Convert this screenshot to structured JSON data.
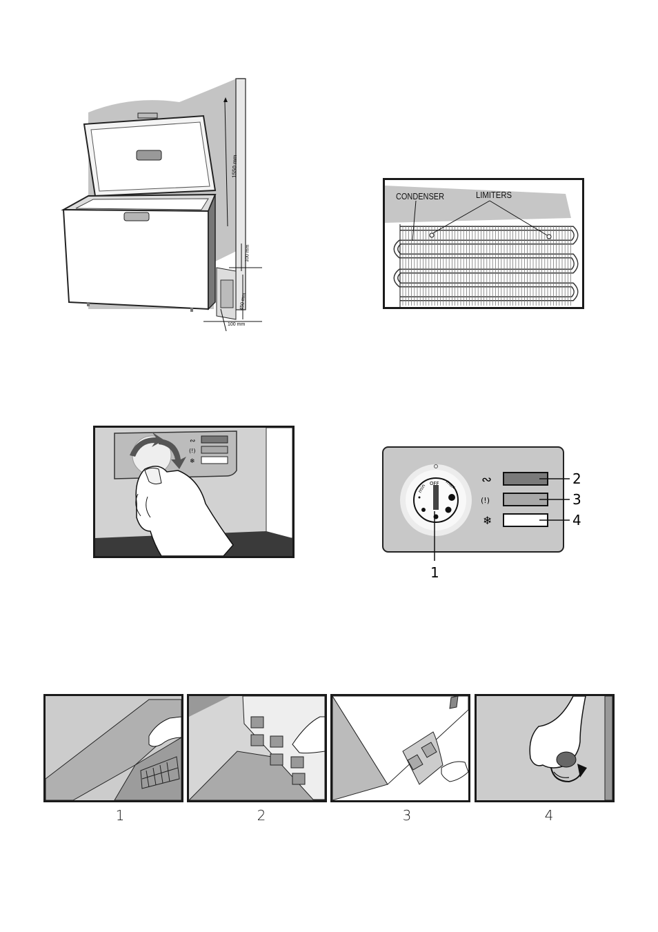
{
  "installation": {
    "height_label": "1550 mm",
    "top_gap_label": "100 mm",
    "side_depth_label": "450 mm",
    "bottom_gap_label": "100 mm"
  },
  "condenser": {
    "condenser_label": "CONDENSER",
    "limiters_label": "LIMITERS"
  },
  "control_panel": {
    "dial_labels": [
      "min",
      "OFF",
      "max"
    ],
    "callouts": [
      "1",
      "2",
      "3",
      "4"
    ],
    "indicator_colors": [
      "#7a7a7a",
      "#a8a8a8",
      "#ffffff"
    ],
    "indicator_icons": [
      "power-wave-icon",
      "alarm-bell-icon",
      "snowflake-icon"
    ]
  },
  "steps": {
    "captions": [
      "1",
      "2",
      "3",
      "4"
    ]
  }
}
